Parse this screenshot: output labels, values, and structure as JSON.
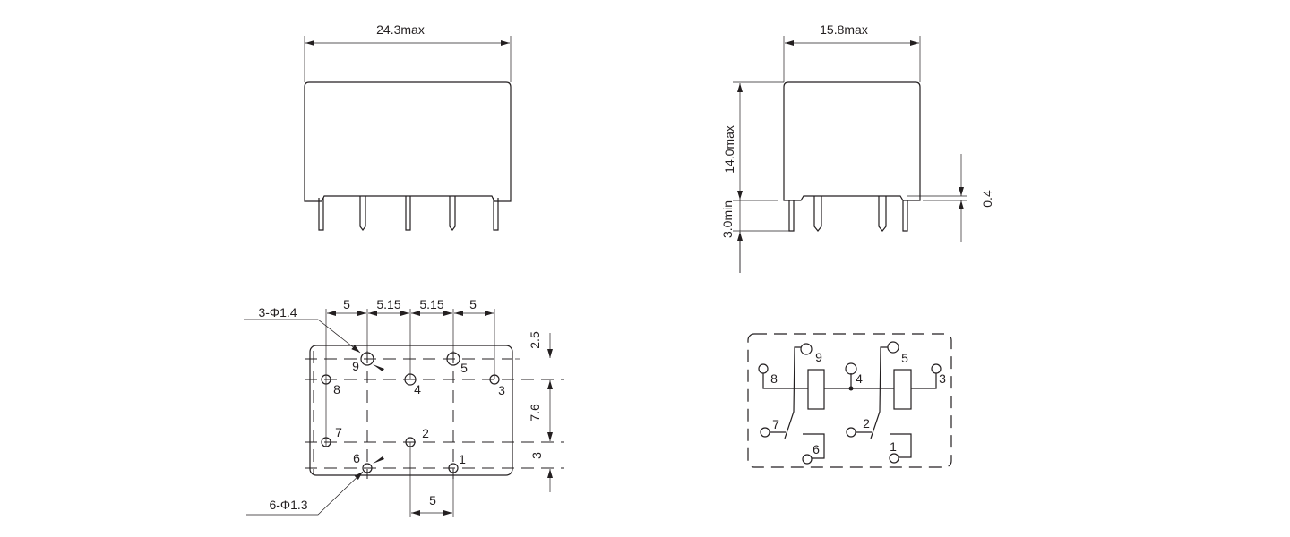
{
  "front_view": {
    "width_dim": "24.3max"
  },
  "side_view": {
    "width_dim": "15.8max",
    "height_dim": "14.0max",
    "pin_dim": "3.0min",
    "standoff_dim": "0.4"
  },
  "bottom_view": {
    "pitch_dims": [
      "5",
      "5.15",
      "5.15",
      "5"
    ],
    "row_dims": [
      "2.5",
      "7.6",
      "3"
    ],
    "bottom_dim": "5",
    "hole_large": "3-Φ1.4",
    "hole_small": "6-Φ1.3",
    "pins": [
      "9",
      "5",
      "8",
      "4",
      "3",
      "7",
      "2",
      "6",
      "1"
    ]
  },
  "schematic": {
    "pins": [
      "9",
      "8",
      "4",
      "5",
      "3",
      "7",
      "2",
      "6",
      "1"
    ]
  }
}
